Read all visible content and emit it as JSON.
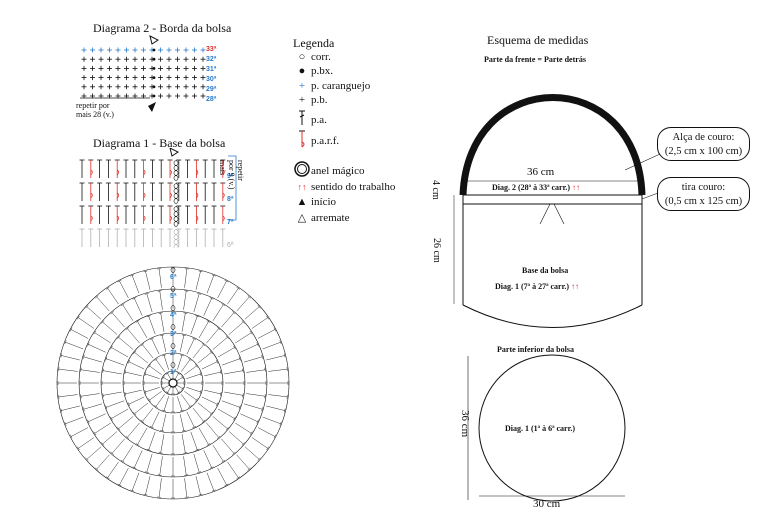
{
  "diagram2": {
    "title": "Diagrama 2 - Borda da bolsa",
    "rows": [
      "33ª",
      "32ª",
      "31ª",
      "30ª",
      "29ª",
      "28ª"
    ],
    "repeat_note": [
      "repetir por",
      "mais 28 (v.)"
    ]
  },
  "diagram1": {
    "title": "Diagrama 1 - Base da bolsa",
    "row_labels": [
      "9ª",
      "8ª",
      "7ª",
      "6ª"
    ],
    "repeat_note": [
      "repetir",
      "por 9 (v.)",
      "mais"
    ],
    "circle_rows": [
      "6ª",
      "5ª",
      "4ª",
      "3ª",
      "2ª",
      "1ª"
    ]
  },
  "legend": {
    "title": "Legenda",
    "items": [
      {
        "icon": "chain-circle-icon",
        "label": "corr."
      },
      {
        "icon": "dot-icon",
        "label": "p.bx."
      },
      {
        "icon": "plus-blue-icon",
        "label": "p. caranguejo"
      },
      {
        "icon": "plus-icon",
        "label": "p.b."
      },
      {
        "icon": "tee-icon",
        "label": "p.a."
      },
      {
        "icon": "tee-red-icon",
        "label": "p.a.r.f."
      },
      {
        "icon": "magic-ring-icon",
        "label": "anel mágico"
      },
      {
        "icon": "red-arrows-icon",
        "label": "sentido do trabalho"
      },
      {
        "icon": "filled-arrow-icon",
        "label": "início"
      },
      {
        "icon": "outline-arrow-icon",
        "label": "arremate"
      }
    ]
  },
  "measures": {
    "title": "Esquema de medidas",
    "subtitle": "Parte da frente = Parte detrás",
    "handle_label": [
      "Alça de couro:",
      "(2,5 cm x 100 cm)"
    ],
    "strap_label": [
      "tira couro:",
      "(0,5 cm x 125 cm)"
    ],
    "width_label": "36 cm",
    "band_height": "4 cm",
    "body_height": "26 cm",
    "diag2_label": "Diag. 2 (28ª à 33ª carr.)",
    "base_label": "Base da bolsa",
    "diag1_label": "Diag. 1 (7ª à 27ª carr.)",
    "arrows": "↑↑",
    "bottom_title": "Parte inferior da bolsa",
    "bottom_diag": "Diag. 1 (1ª à 6ª carr.)",
    "bottom_height": "36 cm",
    "bottom_width": "30 cm"
  },
  "colors": {
    "blue": "#2a7ac9",
    "red": "#e0302a",
    "black": "#111111",
    "gray": "#b0b0b0"
  }
}
